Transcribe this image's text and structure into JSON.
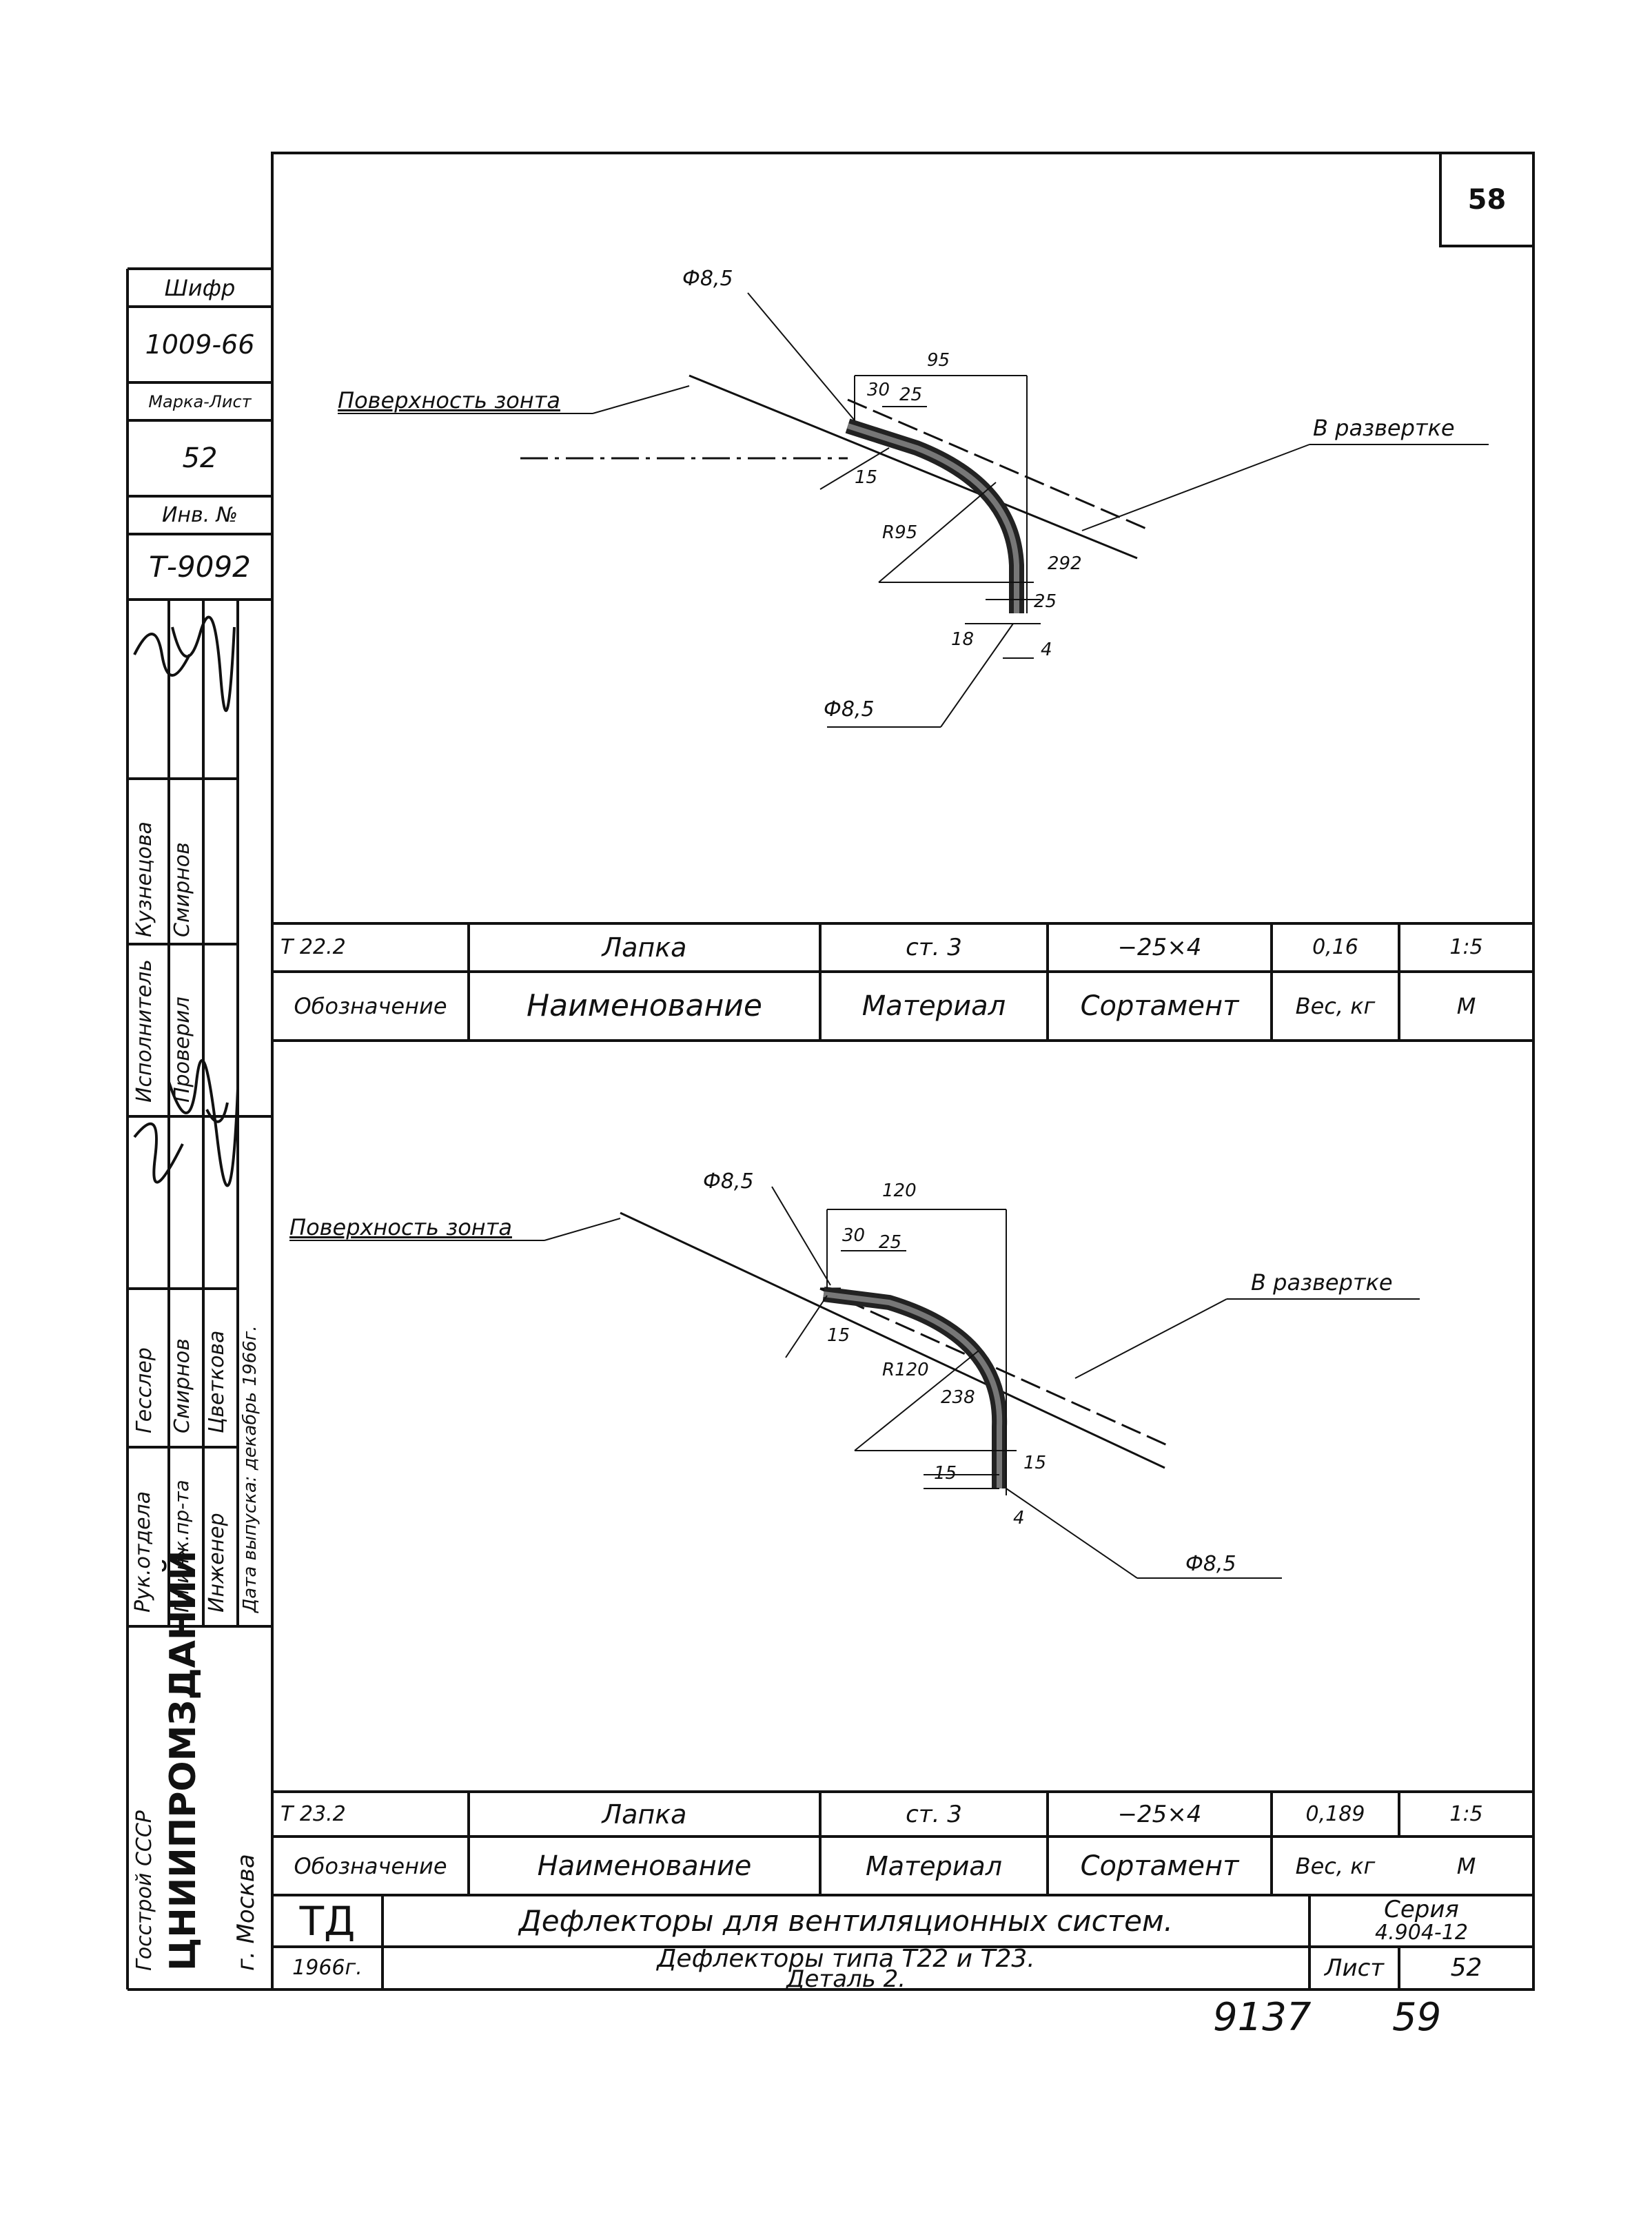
{
  "sheet": {
    "corner_number": "58",
    "footer_left": "9137",
    "footer_right": "59"
  },
  "stamp_left": {
    "cipher_label": "Шифр",
    "cipher_value": "1009-66",
    "brand_label": "Марка-Лист",
    "brand_value": "52",
    "inv_label": "Инв. №",
    "inv_value": "Т-9092",
    "roles": [
      "Рук.отдела",
      "Гл.инж.пр-та",
      "Инженер",
      "Дата выпуска: декабрь 1966г."
    ],
    "names": [
      "Гесслер",
      "Смирнов",
      "Цветкова"
    ],
    "role2": [
      "Исполнитель",
      "Проверил"
    ],
    "names2": [
      "Кузнецова",
      "Смирнов"
    ],
    "org_line1": "Госстрой СССР",
    "org_line2": "ЦНИИПРОМЗДАНИЙ",
    "org_line3": "г. Москва"
  },
  "detail_top": {
    "labels": {
      "surface": "Поверхность зонта",
      "unfold": "В развертке",
      "hole_top": "Ф8,5",
      "hole_bottom": "Ф8,5"
    },
    "dims": [
      "95",
      "30",
      "25",
      "15",
      "R95",
      "292",
      "25",
      "18",
      "4"
    ]
  },
  "detail_bottom": {
    "labels": {
      "surface": "Поверхность зонта",
      "unfold": "В развертке",
      "hole_top": "Ф8,5",
      "hole_bottom": "Ф8,5"
    },
    "dims": [
      "120",
      "30",
      "25",
      "15",
      "R120",
      "238",
      "15",
      "15",
      "4"
    ]
  },
  "table_top": {
    "values": [
      "Т 22.2",
      "Лапка",
      "ст. 3",
      "−25×4",
      "0,16",
      "1:5"
    ],
    "headers": [
      "Обозначение",
      "Наименование",
      "Материал",
      "Сортамент",
      "Вес, кг",
      "М"
    ]
  },
  "table_bottom": {
    "values": [
      "Т 23.2",
      "Лапка",
      "ст. 3",
      "−25×4",
      "0,189",
      "1:5"
    ],
    "headers": [
      "Обозначение",
      "Наименование",
      "Материал",
      "Сортамент",
      "Вес, кг",
      "М"
    ]
  },
  "title_block": {
    "org_short": "ТД",
    "year": "1966г.",
    "title_line1": "Дефлекторы для вентиляционных систем.",
    "title_line2": "Дефлекторы типа Т22 и Т23.",
    "title_line3": "Деталь 2.",
    "series_label": "Серия",
    "series_value": "4.904-12",
    "sheet_label": "Лист",
    "sheet_value": "52"
  }
}
